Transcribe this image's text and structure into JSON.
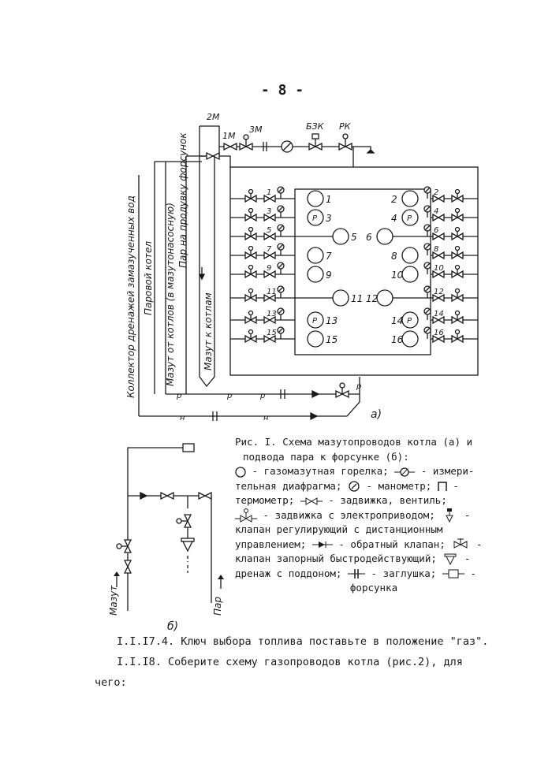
{
  "page_number": "- 8 -",
  "figure_a": {
    "panel_label": "а)",
    "top_labels": {
      "m2": "2М",
      "m1": "1М",
      "m3": "3М",
      "bzk": "БЗК",
      "rk": "РК"
    },
    "vertical_labels": {
      "collector": "Коллектор дренажей замазученных вод",
      "boiler": "Паровой котел",
      "mazut_return": "Мазут от котлов (в мазутонасосную)",
      "steam_nozzles": "Пар на продувку форсунок",
      "mazut_to_boilers": "Мазут к котлам"
    },
    "line_markers": {
      "n": "н",
      "p": "р"
    },
    "burners_left": [
      "1",
      "3",
      "5",
      "7",
      "9",
      "11",
      "13",
      "15"
    ],
    "burners_right": [
      "2",
      "4",
      "6",
      "8",
      "10",
      "12",
      "14",
      "16"
    ],
    "manometer_mark": "P"
  },
  "figure_b": {
    "panel_label": "б)",
    "mazut": "Мазут",
    "steam": "Пар"
  },
  "caption": {
    "title_1": "Рис. I. Схема мазутопроводов котла (а) и",
    "title_2": "подвода пара к форсунке (б):",
    "l1": "- газомазутная горелка;",
    "l1b": "- измери-",
    "l2a": "тельная диафрагма;",
    "l2b": "- манометр;",
    "l2c": "-",
    "l3a": "термометр;",
    "l3b": "- задвижка, вентиль;",
    "l4": "- задвижка с электроприводом;",
    "l4b": "-",
    "l5": "клапан регулирующий с дистанционным",
    "l6a": "управлением;",
    "l6b": "- обратный клапан;",
    "l6c": "-",
    "l7a": "клапан запорный быстродействующий;",
    "l7b": "-",
    "l8a": "дренаж с поддоном;",
    "l8b": "- заглушка;",
    "l8c": "-",
    "l9": "форсунка"
  },
  "body_text": {
    "p1": "I.I.I7.4. Ключ выбора топлива поставьте в положение \"газ\".",
    "p2": "I.I.I8. Соберите схему газопроводов котла (рис.2), для",
    "p3": "чего:"
  }
}
